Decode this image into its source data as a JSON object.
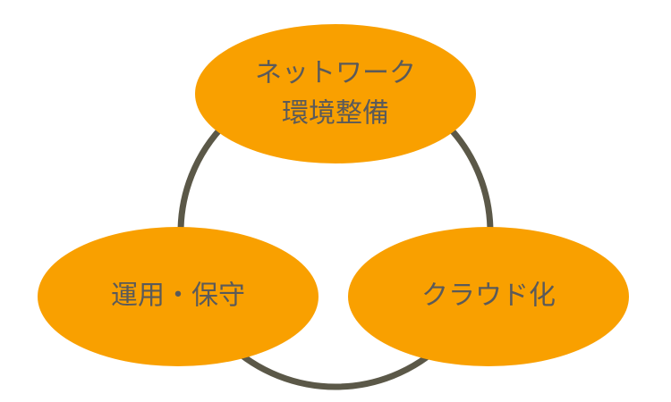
{
  "colors": {
    "node_fill": "#f9a000",
    "ring_stroke": "#5b5848",
    "label_text": "#5a5a5a"
  },
  "nodes": {
    "network": {
      "line1": "ネットワーク",
      "line2": "環境整備"
    },
    "operation": {
      "label": "運用・保守"
    },
    "cloud": {
      "label": "クラウド化"
    }
  }
}
